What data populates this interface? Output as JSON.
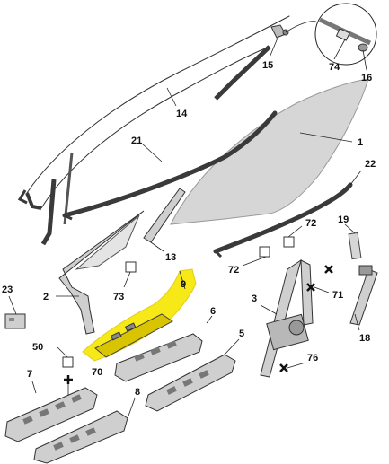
{
  "callouts": {
    "c1": "1",
    "c2": "2",
    "c3": "3",
    "c5": "5",
    "c6": "6",
    "c7": "7",
    "c8": "8",
    "c9": "9",
    "c13": "13",
    "c14": "14",
    "c15": "15",
    "c16": "16",
    "c18": "18",
    "c19": "19",
    "c21": "21",
    "c22": "22",
    "c23": "23",
    "c50": "50",
    "c70": "70",
    "c71": "71",
    "c72a": "72",
    "c72b": "72",
    "c73": "73",
    "c74": "74",
    "c76": "76"
  },
  "colors": {
    "highlight": "#f7e600",
    "glass": "#d6d6d6",
    "part_fill": "#cfcfcf",
    "dark_seal": "#3a3a3a",
    "outline": "#333333"
  },
  "highlighted_part": "9"
}
